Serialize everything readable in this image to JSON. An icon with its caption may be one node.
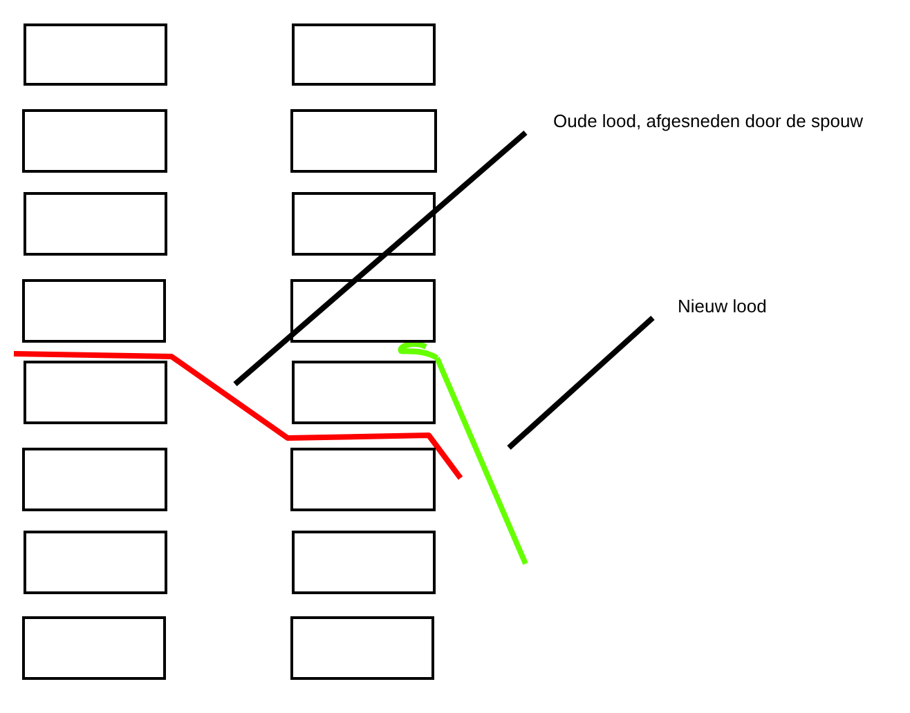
{
  "diagram": {
    "nodes": [
      {
        "text": [],
        "shape": "box"
      },
      {
        "text": [],
        "shape": "box"
      },
      {
        "text": [],
        "shape": "box"
      },
      {
        "text": [],
        "shape": "box"
      },
      {
        "text": [],
        "shape": "box"
      },
      {
        "text": [],
        "shape": "box"
      },
      {
        "text": [],
        "shape": "box"
      },
      {
        "text": [],
        "shape": "box"
      },
      {
        "text": [],
        "shape": "box"
      },
      {
        "text": [],
        "shape": "box"
      },
      {
        "text": [],
        "shape": "box"
      },
      {
        "text": [],
        "shape": "box"
      },
      {
        "text": [],
        "shape": "box"
      },
      {
        "text": [],
        "shape": "box"
      },
      {
        "text": [],
        "shape": "box"
      },
      {
        "text": [],
        "shape": "box"
      },
      {
        "text": [
          "Oude lood, afgesneden door de spouw"
        ]
      },
      {
        "text": [
          "Nieuw lood"
        ]
      }
    ],
    "edges": [
      {
        "from": 16,
        "to": null,
        "arrow": "none"
      },
      {
        "from": 17,
        "to": null,
        "arrow": "none"
      }
    ]
  }
}
